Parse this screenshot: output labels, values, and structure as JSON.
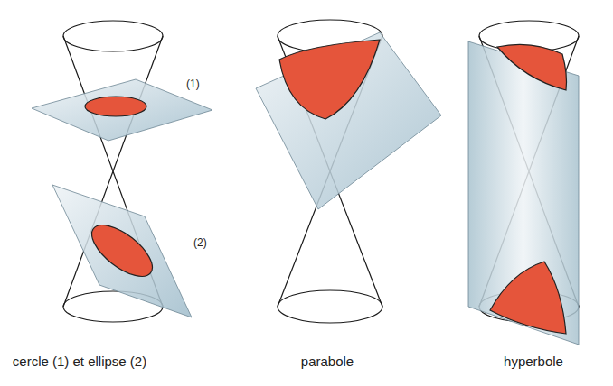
{
  "diagram": {
    "labels": [
      "(1)",
      "(2)",
      "cercle (1) et ellipse (2)",
      "parabole",
      "hyperbole"
    ]
  }
}
